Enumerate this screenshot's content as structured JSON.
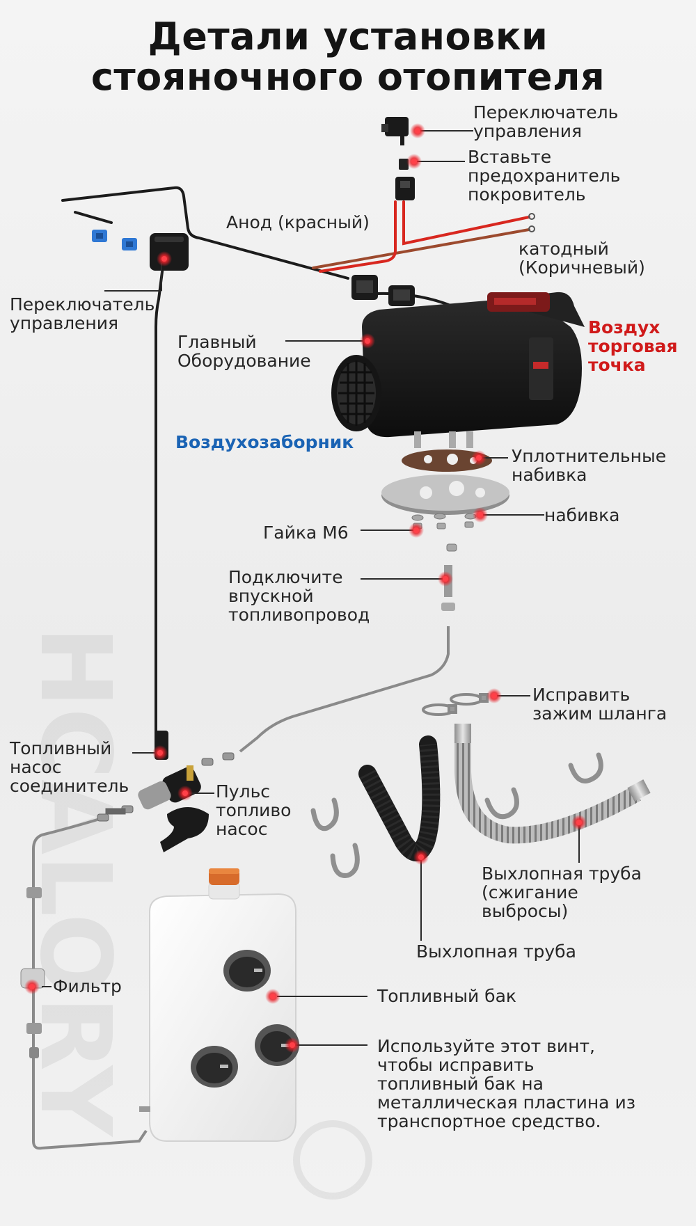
{
  "title": {
    "line1": "Детали установки",
    "line2": "стояночного отопителя"
  },
  "labels": {
    "control_switch_top": [
      "Переключатель",
      "управления"
    ],
    "fuse": [
      "Вставьте",
      "предохранитель",
      "покровитель"
    ],
    "anode": "Анод (красный)",
    "cathode": [
      "катодный",
      "(Коричневый)"
    ],
    "control_switch_left": [
      "Переключатель",
      "управления"
    ],
    "main_unit": [
      "Главный",
      "Оборудование"
    ],
    "air_outlet": [
      "Воздух",
      "торговая",
      "точка"
    ],
    "air_intake": "Воздухозаборник",
    "sealing_gasket": [
      "Уплотнительные",
      "набивка"
    ],
    "gasket": "набивка",
    "nut_m6": "Гайка М6",
    "fuel_inlet": [
      "Подключите",
      "впускной",
      "топливопровод"
    ],
    "hose_clamp": [
      "Исправить",
      "зажим шланга"
    ],
    "fuel_pump_connector": [
      "Топливный",
      "насос",
      "соединитель"
    ],
    "pulse_fuel_pump": [
      "Пульс",
      "топливо",
      "насос"
    ],
    "exhaust_pipe_combustion": [
      "Выхлопная труба",
      "(сжигание",
      "выбросы)"
    ],
    "exhaust_pipe": "Выхлопная труба",
    "filter": "Фильтр",
    "fuel_tank": "Топливный бак",
    "screw_note": [
      "Используйте этот винт,",
      "чтобы исправить",
      "топливный бак на",
      "металлическая пластина из",
      "транспортное средство."
    ]
  },
  "colors": {
    "marker": "#e8222a",
    "title": "#141414",
    "label": "#262626",
    "accent_red": "#d01a1a",
    "accent_blue": "#1a63b4",
    "wire_black": "#1c1c1c",
    "wire_red": "#d8271f",
    "wire_brown": "#9c4a2e",
    "fuel_line": "#8a8a8a"
  }
}
